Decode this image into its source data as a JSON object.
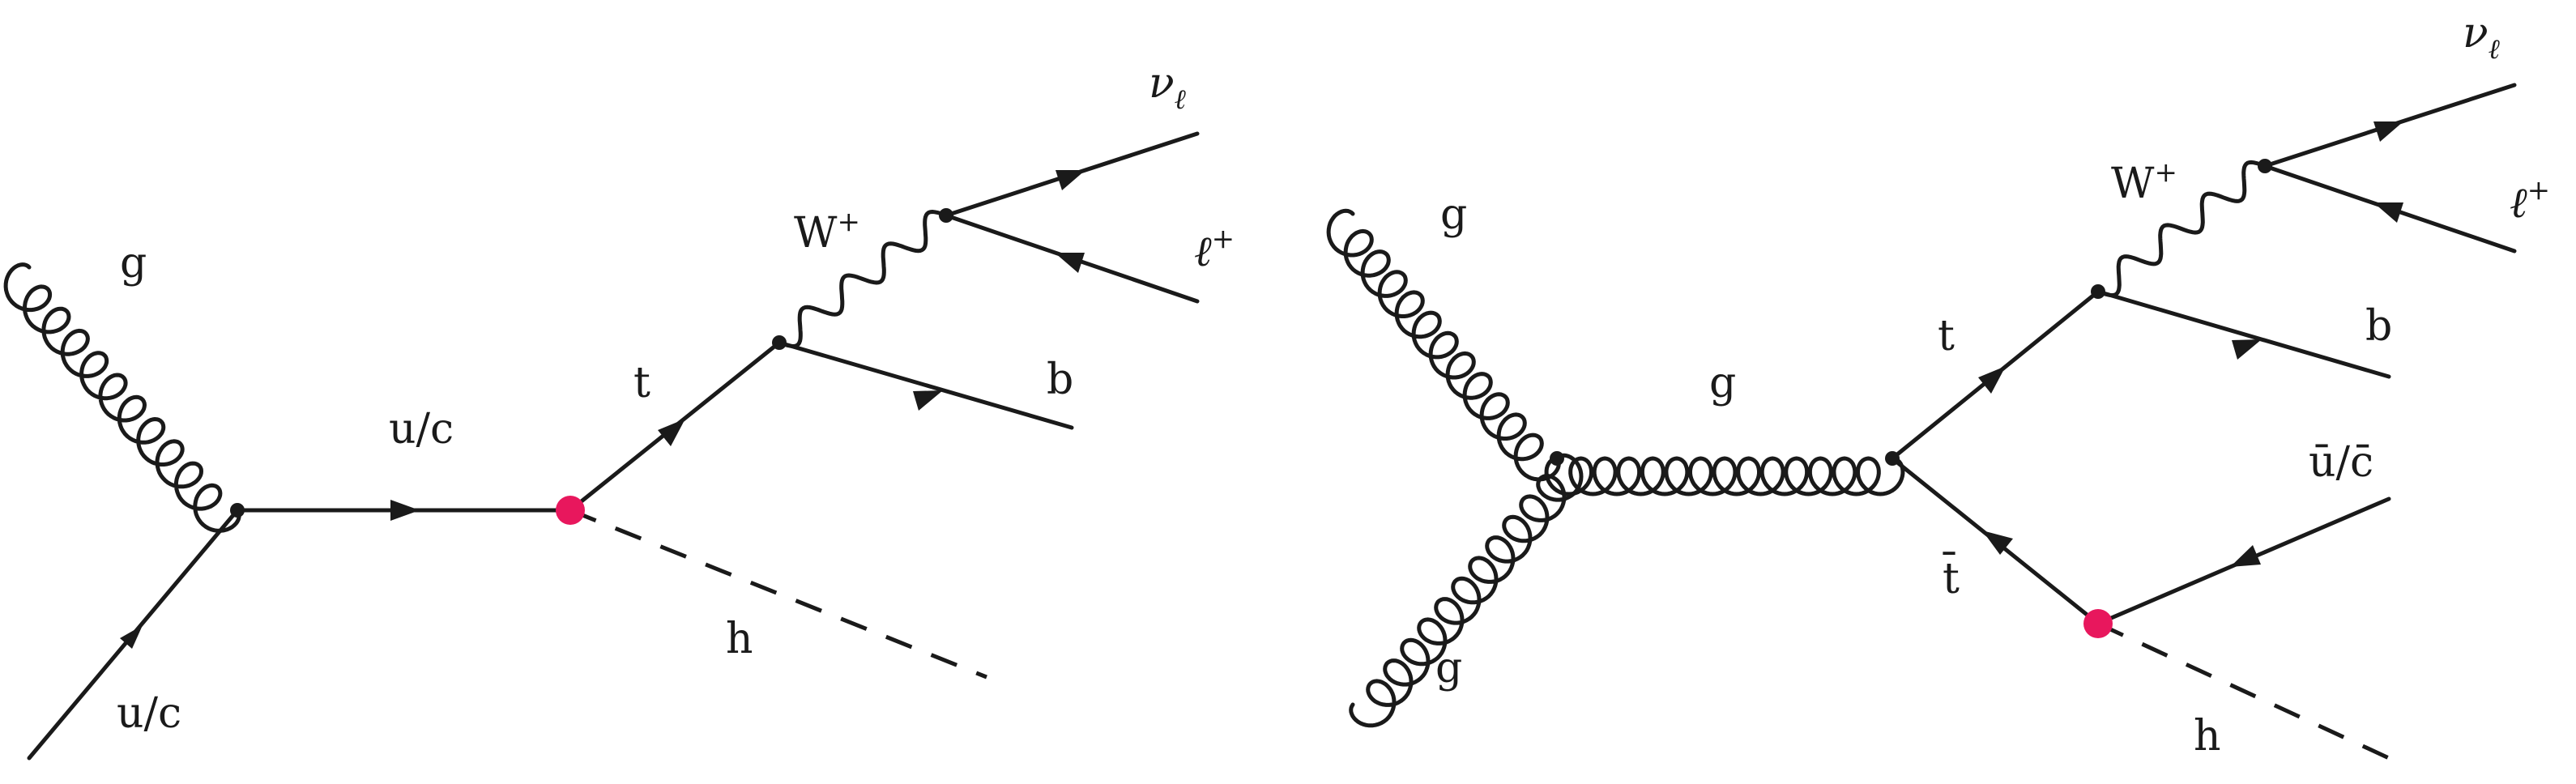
{
  "colors": {
    "line": "#1a1a1a",
    "fcnc_vertex": "#e8175d"
  },
  "diagram_left": {
    "labels": {
      "gluon_in": "g",
      "quark_in": "u/c",
      "quark_propagator": "u/c",
      "top": "t",
      "w_boson": "W",
      "w_charge": "+",
      "bottom": "b",
      "neutrino": "ν",
      "neutrino_sub": "ℓ",
      "lepton": "ℓ",
      "lepton_charge": "+",
      "higgs": "h"
    }
  },
  "diagram_right": {
    "labels": {
      "gluon_in_top": "g",
      "gluon_in_bottom": "g",
      "gluon_propagator": "g",
      "top": "t",
      "antitop": "t̄",
      "w_boson": "W",
      "w_charge": "+",
      "bottom": "b",
      "neutrino": "ν",
      "neutrino_sub": "ℓ",
      "lepton": "ℓ",
      "lepton_charge": "+",
      "antiquark": "ū/c̄",
      "higgs": "h"
    }
  }
}
